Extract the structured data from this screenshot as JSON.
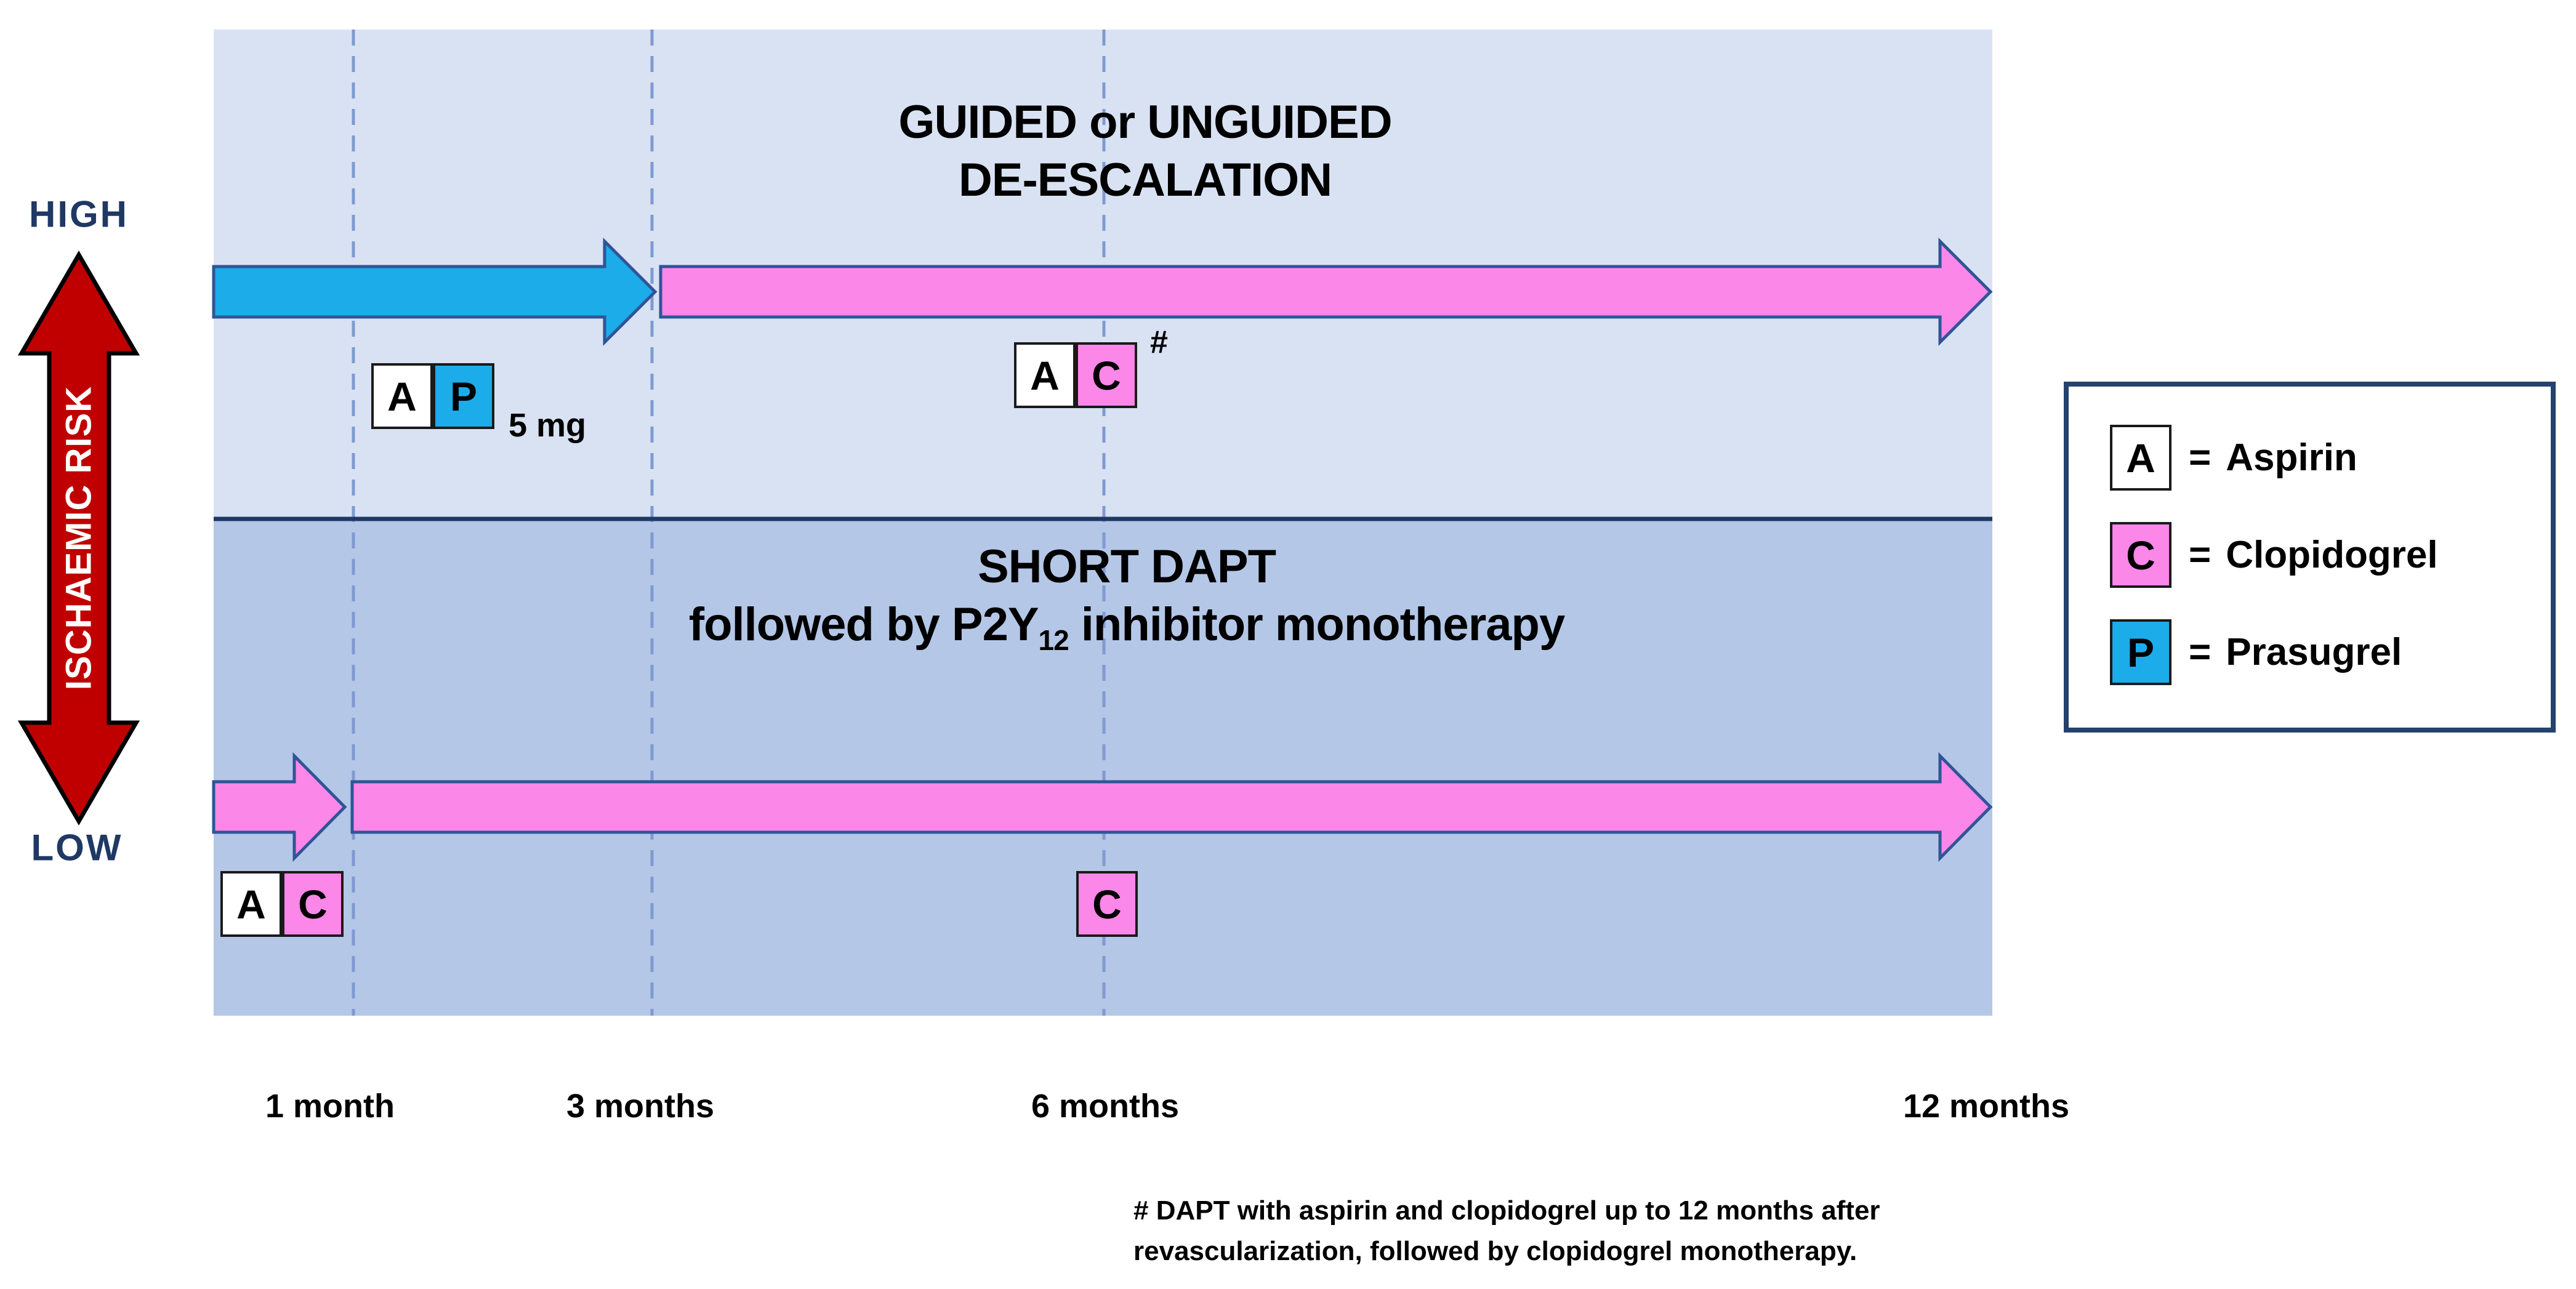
{
  "colors": {
    "pink": "#FB87E9",
    "cyan": "#1BACE9",
    "red": "#C00000",
    "navy": "#1F3864",
    "panel_top": "#D9E2F3",
    "panel_bottom": "#B4C7E7",
    "dash": "#7F9AD2",
    "arrow_stroke": "#2F5597",
    "box_border": "#1A1A1A"
  },
  "risk_axis": {
    "high": "HIGH",
    "low": "LOW",
    "label": "ISCHAEMIC RISK"
  },
  "top_section": {
    "title_line1": "GUIDED or UNGUIDED",
    "title_line2": "DE-ESCALATION",
    "month1_box_a": "A",
    "month1_box_p": "P",
    "dose_note": "5 mg",
    "month6_box_a": "A",
    "month6_box_c": "C",
    "footnote_marker": "#"
  },
  "bottom_section": {
    "title_line1": "SHORT DAPT",
    "title_line2_prefix": "followed by P2Y",
    "title_line2_sub": "12",
    "title_line2_suffix": " inhibitor monotherapy",
    "start_box_a": "A",
    "start_box_c": "C",
    "month6_box_c": "C"
  },
  "timeline": {
    "tick1": "1 month",
    "tick2": "3 months",
    "tick3": "6 months",
    "tick4": "12 months"
  },
  "legend": {
    "items": [
      {
        "symbol": "A",
        "eq": "=",
        "name": "Aspirin"
      },
      {
        "symbol": "C",
        "eq": "=",
        "name": "Clopidogrel"
      },
      {
        "symbol": "P",
        "eq": "=",
        "name": "Prasugrel"
      }
    ]
  },
  "footnote": {
    "line1": "# DAPT with aspirin and clopidogrel up to 12 months after",
    "line2": "revascularization, followed by clopidogrel monotherapy."
  }
}
